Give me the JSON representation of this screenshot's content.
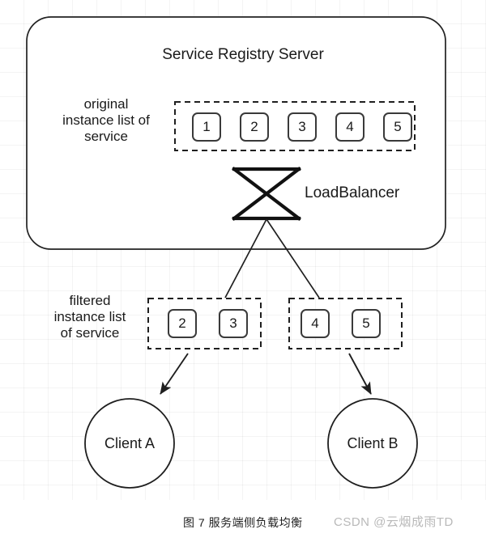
{
  "diagram": {
    "title": "图 7 服务端侧负载均衡",
    "server": {
      "title": "Service Registry Server",
      "original_list_label": "original\ninstance list of\nservice",
      "original_instances": [
        "1",
        "2",
        "3",
        "4",
        "5"
      ],
      "load_balancer_label": "LoadBalancer",
      "load_balancer_icon": "hourglass-bowtie-icon"
    },
    "filtered": {
      "label": "filtered\ninstance list\nof service",
      "groups": [
        {
          "name": "group-a",
          "instances": [
            "2",
            "3"
          ]
        },
        {
          "name": "group-b",
          "instances": [
            "4",
            "5"
          ]
        }
      ]
    },
    "clients": [
      {
        "name": "client-a",
        "label": "Client A"
      },
      {
        "name": "client-b",
        "label": "Client B"
      }
    ],
    "caption": "图 7 服务端侧负载均衡",
    "watermark": "CSDN @云烟成雨TD",
    "colors": {
      "stroke": "#222222",
      "background": "#ffffff",
      "grid": "#f0f0f0",
      "watermark": "#b9b9b9"
    }
  }
}
